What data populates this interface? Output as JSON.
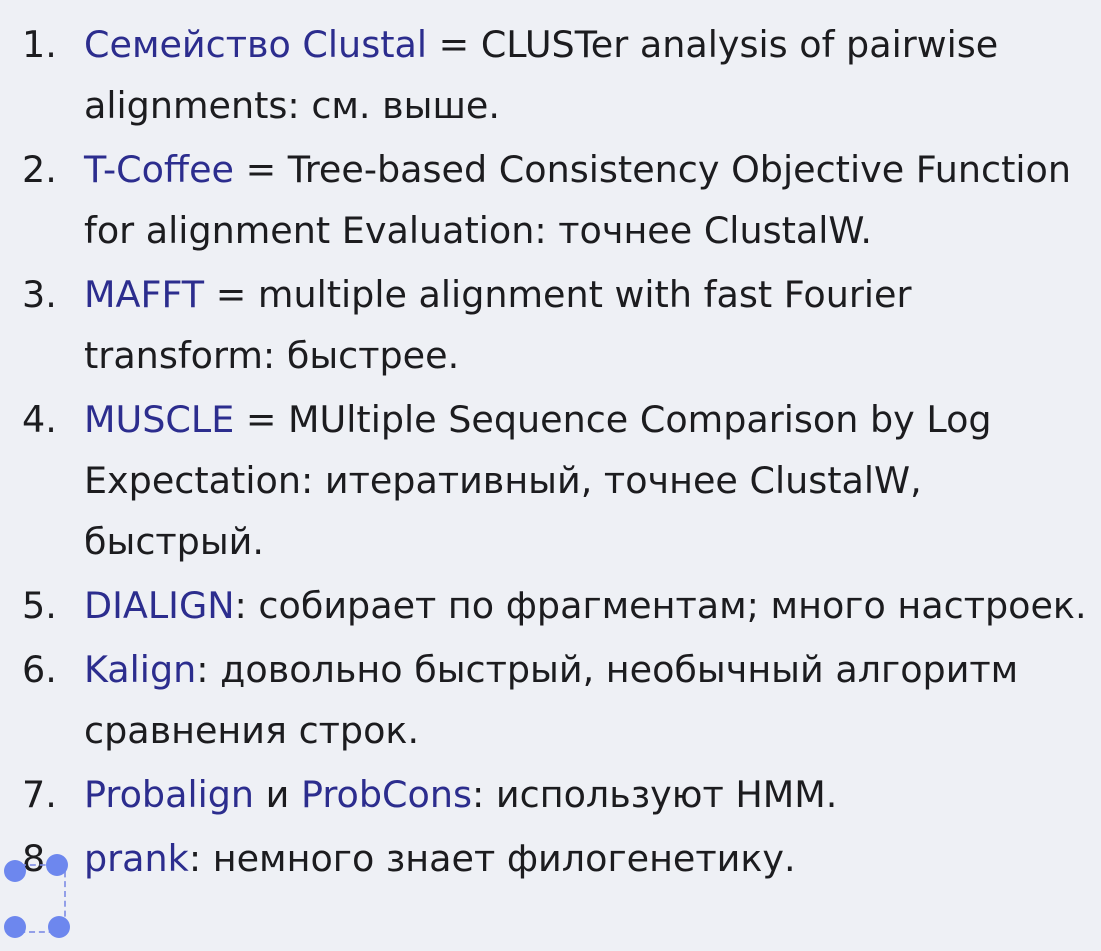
{
  "items": [
    {
      "num": "1.",
      "name": "Семейство Clustal",
      "text": " = CLUSTer analysis of pairwise alignments: см. выше."
    },
    {
      "num": "2.",
      "name": "T-Coffee",
      "text": " = Tree-based Consistency Objective Function for alignment Evaluation: точнее ClustalW."
    },
    {
      "num": "3.",
      "name": "MAFFT",
      "text": " = multiple alignment with fast Fourier transform: быстрее."
    },
    {
      "num": "4.",
      "name": "MUSCLE",
      "text": " = MUltiple Sequence Comparison by Log Expectation: итеративный, точнее ClustalW, быстрый."
    },
    {
      "num": "5.",
      "name": "DIALIGN",
      "text": ": собирает по фрагментам; много настроек."
    },
    {
      "num": "6.",
      "name": "Kalign",
      "text": ": довольно быстрый, необычный алгоритм сравнения строк."
    },
    {
      "num": "7.",
      "name": "Probalign",
      "mid": " и ",
      "name2": "ProbCons",
      "text": ": используют HMM."
    },
    {
      "num": "8.",
      "name": "prank",
      "text": ": немного знает филогенетику."
    }
  ],
  "colors": {
    "name": "#2c2d8e",
    "text": "#1c1c1f",
    "background": "#eef0f5",
    "handle": "#6d87ee"
  }
}
